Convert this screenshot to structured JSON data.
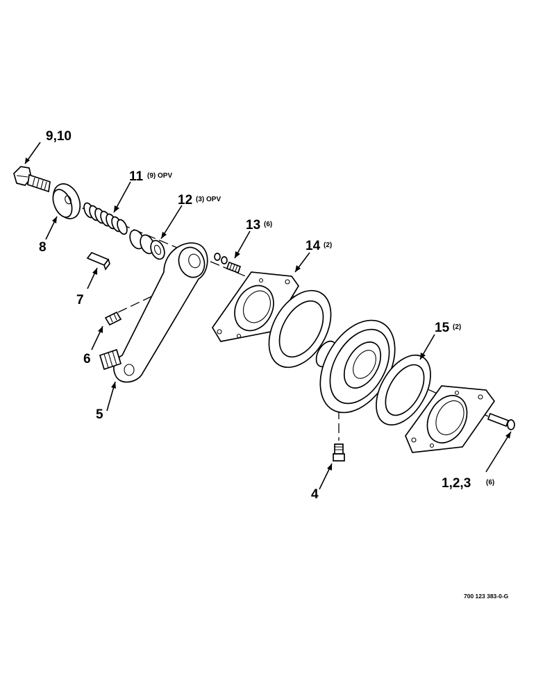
{
  "callouts": [
    {
      "id": "c9-10",
      "num": "9,10",
      "qty": ""
    },
    {
      "id": "c11",
      "num": "11",
      "qty": "(9) OPV"
    },
    {
      "id": "c12",
      "num": "12",
      "qty": "(3)  OPV"
    },
    {
      "id": "c13",
      "num": "13",
      "qty": "(6)"
    },
    {
      "id": "c14",
      "num": "14",
      "qty": "(2)"
    },
    {
      "id": "c15",
      "num": "15",
      "qty": "(2)"
    },
    {
      "id": "c8",
      "num": "8",
      "qty": ""
    },
    {
      "id": "c7",
      "num": "7",
      "qty": ""
    },
    {
      "id": "c6",
      "num": "6",
      "qty": ""
    },
    {
      "id": "c5",
      "num": "5",
      "qty": ""
    },
    {
      "id": "c4",
      "num": "4",
      "qty": ""
    },
    {
      "id": "c1-3",
      "num": "1,2,3",
      "qty": "(6)"
    }
  ],
  "figure_id": "700 123 383-0-G"
}
